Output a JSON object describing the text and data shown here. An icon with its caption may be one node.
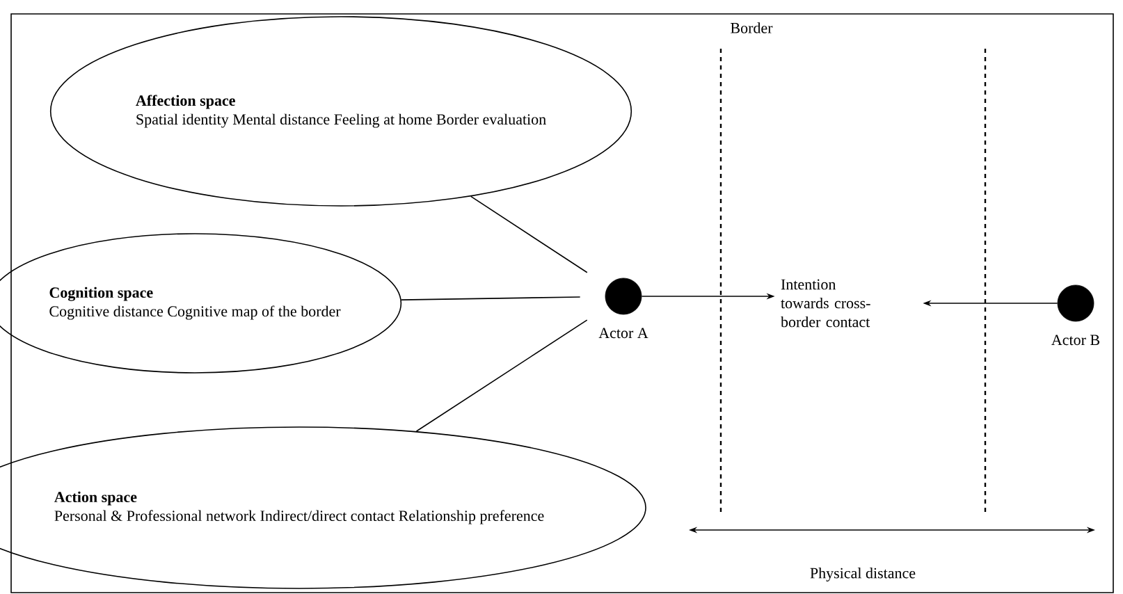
{
  "diagram": {
    "nodes": [
      {
        "text": [
          "Affection space",
          "Spatial identity Mental distance Feeling at home Border evaluation"
        ]
      },
      {
        "text": [
          "Cognition space",
          "Cognitive distance Cognitive map of the border"
        ]
      },
      {
        "text": [
          "Action space",
          "Personal & Professional network Indirect/direct contact Relationship preference"
        ]
      },
      {
        "text": [],
        "shape": "circle",
        "beside": [
          "Actor A"
        ]
      },
      {
        "text": [
          "Intention towards cross-border contact"
        ]
      },
      {
        "text": [],
        "shape": "circle",
        "beside": [
          "Actor B"
        ]
      }
    ],
    "edges": [
      {
        "from": 0,
        "to": 3,
        "arrow": "none"
      },
      {
        "from": 1,
        "to": 3,
        "arrow": "none"
      },
      {
        "from": 2,
        "to": 3,
        "arrow": "none"
      },
      {
        "from": 3,
        "to": 4,
        "arrow": "to"
      },
      {
        "from": 5,
        "to": 4,
        "arrow": "to"
      }
    ],
    "labels": [
      "Border",
      "Physical distance"
    ]
  }
}
